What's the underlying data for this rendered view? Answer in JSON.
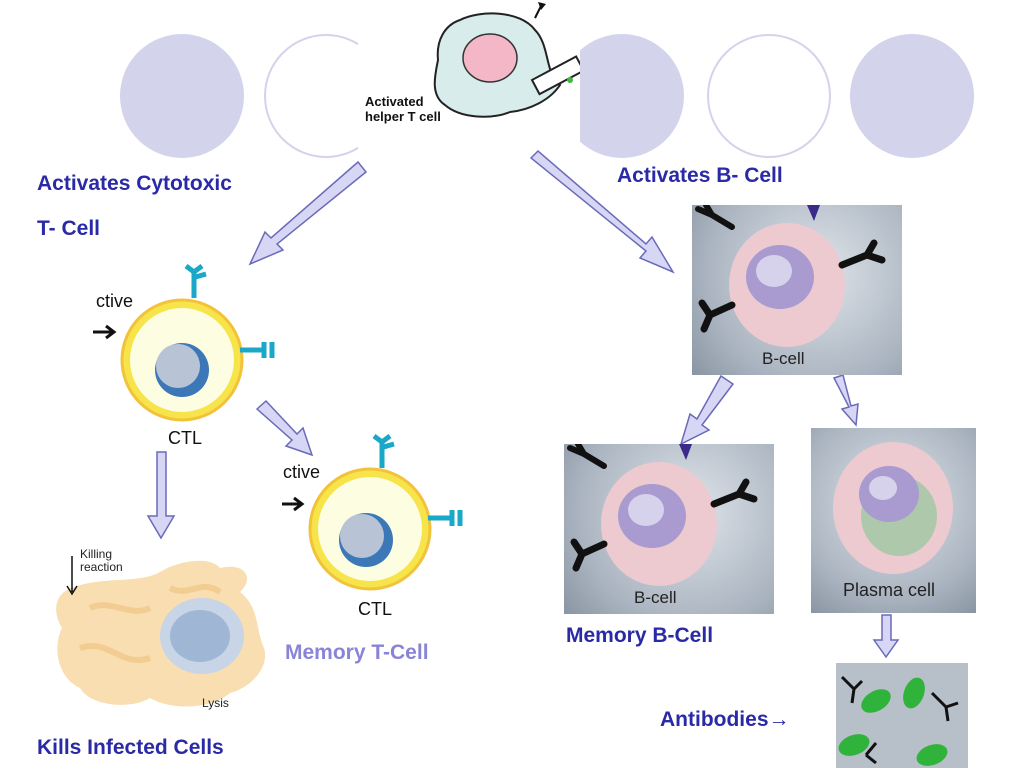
{
  "diagram": {
    "helper": {
      "label_line1": "Activated",
      "label_line2": "helper T cell"
    },
    "left_branch": {
      "heading_line1": "Activates  Cytotoxic",
      "heading_line2": "T- Cell",
      "ctl_cell": {
        "side_text": "ctive",
        "name": "CTL"
      },
      "memory_cell": {
        "side_text": "ctive",
        "name": "CTL",
        "caption": "Memory T-Cell"
      },
      "infected_cell": {
        "note_line1": "Killing",
        "note_line2": "reaction",
        "lysis": "Lysis",
        "caption": "Kills Infected Cells"
      }
    },
    "right_branch": {
      "heading": "Activates B- Cell",
      "b_cell": {
        "name": "B-cell"
      },
      "memory_b_cell": {
        "name": "B-cell",
        "caption": "Memory B-Cell"
      },
      "plasma_cell": {
        "name": "Plasma cell"
      },
      "antibodies": {
        "caption": "Antibodies→"
      }
    }
  },
  "colors": {
    "heading_blue": "#2a2aa6",
    "memory_label": "#8a84d8",
    "deco_circle": "#d3d3ec",
    "arrow_fill": "#d7d7f5",
    "arrow_stroke": "#6a6ab8",
    "ctl_membrane": "#f7e44a",
    "receptor": "#1aa8c8",
    "nucleus": "#3c78b8",
    "antibody_green": "#2fb33a"
  }
}
